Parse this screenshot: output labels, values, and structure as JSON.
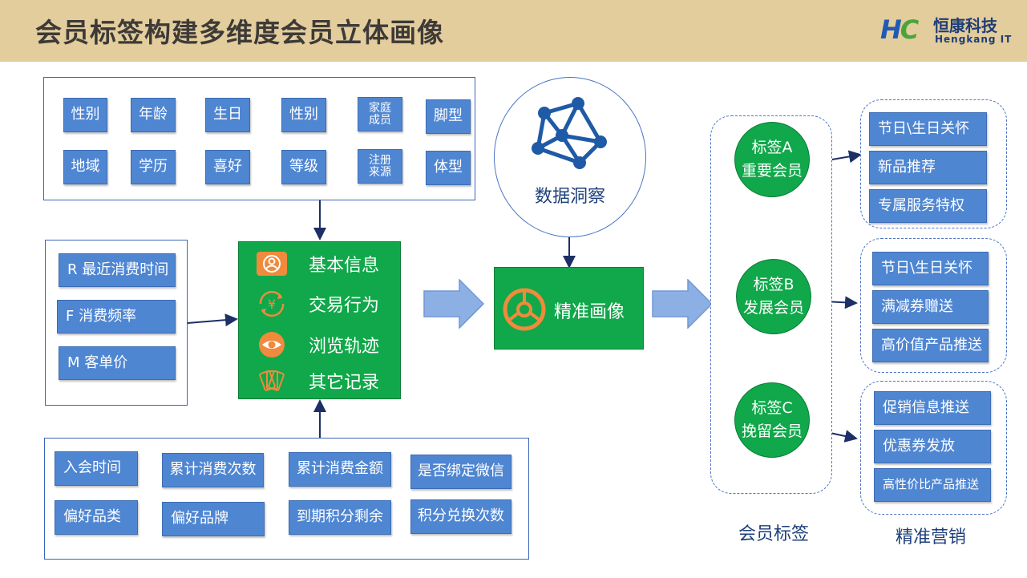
{
  "header": {
    "title": "会员标签构建多维度会员立体画像",
    "logo_mark": "H",
    "logo_mark_c": "C",
    "logo_cn": "恒康科技",
    "logo_en": "Hengkang IT"
  },
  "basic_attrs": [
    "性别",
    "年龄",
    "生日",
    "性别",
    "家庭\n成员",
    "脚型",
    "地域",
    "学历",
    "喜好",
    "等级",
    "注册\n来源",
    "体型"
  ],
  "rfm": [
    "R 最近消费时间",
    "F 消费频率",
    "M 客单价"
  ],
  "account_attrs": [
    "入会时间",
    "累计消费次数",
    "累计消费金额",
    "是否绑定微信",
    "偏好品类",
    "偏好品牌",
    "到期积分剩余",
    "积分兑换次数"
  ],
  "info_center": {
    "items": [
      {
        "label": "基本信息",
        "icon": "profile-icon"
      },
      {
        "label": "交易行为",
        "icon": "yuan-exchange-icon"
      },
      {
        "label": "浏览轨迹",
        "icon": "eye-icon"
      },
      {
        "label": "其它记录",
        "icon": "cards-icon"
      }
    ]
  },
  "insight": {
    "label": "数据洞察",
    "icon": "network-icon"
  },
  "portrait": {
    "label": "精准画像",
    "icon": "target-icon"
  },
  "members": [
    {
      "tag": "标签A",
      "name": "重要会员",
      "actions": [
        "节日\\生日关怀",
        "新品推荐",
        "专属服务特权"
      ]
    },
    {
      "tag": "标签B",
      "name": "发展会员",
      "actions": [
        "节日\\生日关怀",
        "满减券赠送",
        "高价值产品推送"
      ]
    },
    {
      "tag": "标签C",
      "name": "挽留会员",
      "actions": [
        "促销信息推送",
        "优惠券发放",
        "高性价比产品推送"
      ]
    }
  ],
  "captions": {
    "member_tags": "会员标签",
    "precision_marketing": "精准营销"
  },
  "colors": {
    "header_bg": "#e3cd9c",
    "tag_blue": "#4f86d2",
    "green": "#10a84a",
    "frame_blue": "#3a66b8",
    "orange": "#f08a3c"
  }
}
